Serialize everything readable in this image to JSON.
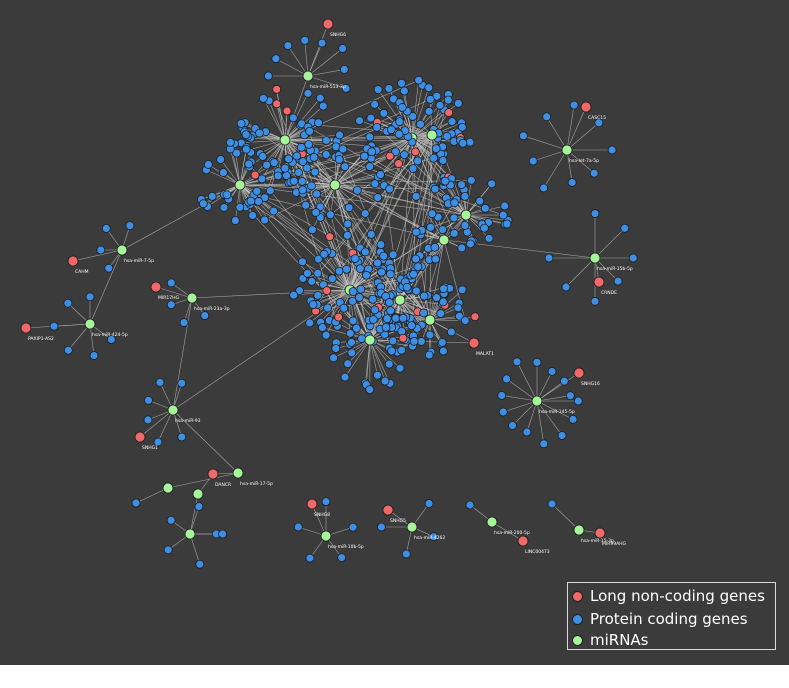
{
  "legend": {
    "items": [
      {
        "label": "Long non-coding genes",
        "color": "#f06868"
      },
      {
        "label": "Protein coding genes",
        "color": "#3d8fe6"
      },
      {
        "label": "miRNAs",
        "color": "#a6f59a"
      }
    ]
  },
  "colors": {
    "background": "#3b3b3b",
    "edge": "#c8c8c8",
    "node_label": "#ffffff"
  },
  "nodes": [
    {
      "id": "mir_top",
      "type": "mirna",
      "label": "hsa-miR-513-3p"
    },
    {
      "id": "lnc_top",
      "type": "lncrna",
      "label": "SNHG6"
    },
    {
      "id": "mir_right_top",
      "type": "mirna",
      "label": "hsa-let-7a-5p"
    },
    {
      "id": "lnc_rt1",
      "type": "lncrna",
      "label": "CASC15"
    },
    {
      "id": "lnc_rt2",
      "type": "lncrna",
      "label": "CRNDE"
    },
    {
      "id": "mir_left1",
      "type": "mirna",
      "label": "hsa-miR-7-5p"
    },
    {
      "id": "lnc_left1",
      "type": "lncrna",
      "label": "CAHM"
    },
    {
      "id": "mir_left2",
      "type": "mirna",
      "label": "hsa-miR-23a-3p"
    },
    {
      "id": "lnc_left2",
      "type": "lncrna",
      "label": "MIR17HG"
    },
    {
      "id": "mir_left3",
      "type": "mirna",
      "label": "hsa-miR-424-5p"
    },
    {
      "id": "lnc_left3",
      "type": "lncrna",
      "label": "PAXIP1-AS2"
    },
    {
      "id": "mir_mid_left",
      "type": "mirna",
      "label": "hsa-miR-93"
    },
    {
      "id": "lnc_mid_left",
      "type": "lncrna",
      "label": "SNHG1"
    },
    {
      "id": "mir_bottom1",
      "type": "mirna",
      "label": "hsa-miR-17-5p"
    },
    {
      "id": "lnc_bottom1",
      "type": "lncrna",
      "label": "DANCR"
    },
    {
      "id": "mir_br",
      "type": "mirna",
      "label": "hsa-miR-145-5p"
    },
    {
      "id": "lnc_br",
      "type": "lncrna",
      "label": "SNHG16"
    },
    {
      "id": "mir_rm",
      "type": "mirna",
      "label": "hsa-miR-15b-5p"
    },
    {
      "id": "lnc_rm",
      "type": "lncrna",
      "label": "MALAT1"
    },
    {
      "id": "mir_b2",
      "type": "mirna",
      "label": "hsa-miR-10b-5p"
    },
    {
      "id": "lnc_b2",
      "type": "lncrna",
      "label": "SNHG8"
    },
    {
      "id": "mir_b3",
      "type": "mirna",
      "label": "hsa-miR-4262"
    },
    {
      "id": "lnc_b3",
      "type": "lncrna",
      "label": "SNHG5"
    },
    {
      "id": "mir_b4",
      "type": "mirna",
      "label": "hsa-miR-200-5p"
    },
    {
      "id": "lnc_b4",
      "type": "lncrna",
      "label": "LINC00473"
    },
    {
      "id": "mir_b5",
      "type": "mirna",
      "label": "hsa-miR-15-3p"
    },
    {
      "id": "lnc_b5",
      "type": "lncrna",
      "label": "MIR99AHG"
    }
  ]
}
